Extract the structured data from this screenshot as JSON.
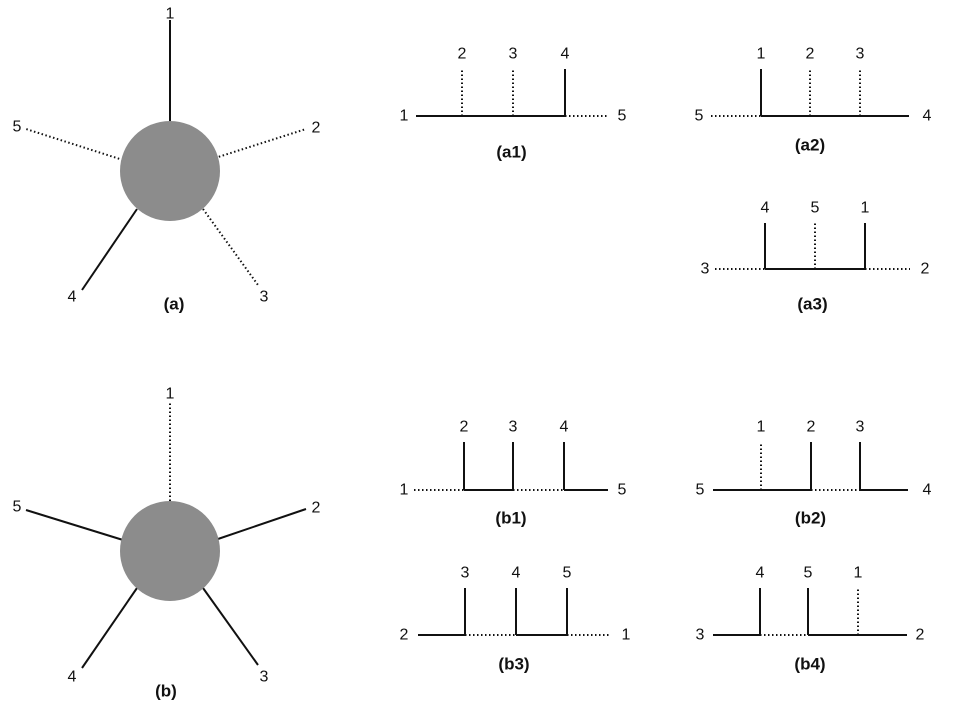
{
  "colors": {
    "blob": "#8c8c8c",
    "line": "#111111"
  },
  "captions": {
    "a": "(a)",
    "a1": "(a1)",
    "a2": "(a2)",
    "a3": "(a3)",
    "b": "(b)",
    "b1": "(b1)",
    "b2": "(b2)",
    "b3": "(b3)",
    "b4": "(b4)"
  },
  "blob_a": {
    "labels": [
      "1",
      "2",
      "3",
      "4",
      "5"
    ],
    "styles": [
      "solid",
      "dotted",
      "dotted",
      "solid",
      "dotted"
    ]
  },
  "blob_b": {
    "labels": [
      "1",
      "2",
      "3",
      "4",
      "5"
    ],
    "styles": [
      "dotted",
      "solid",
      "solid",
      "solid",
      "solid"
    ]
  },
  "combs": {
    "a1": {
      "left": "1",
      "right": "5",
      "teeth": [
        "2",
        "3",
        "4"
      ],
      "teeth_styles": [
        "dotted",
        "dotted",
        "solid"
      ],
      "spine_styles": [
        "solid",
        "solid",
        "solid",
        "dotted"
      ]
    },
    "a2": {
      "left": "5",
      "right": "4",
      "teeth": [
        "1",
        "2",
        "3"
      ],
      "teeth_styles": [
        "solid",
        "dotted",
        "dotted"
      ],
      "spine_styles": [
        "dotted",
        "solid",
        "solid",
        "solid"
      ]
    },
    "a3": {
      "left": "3",
      "right": "2",
      "teeth": [
        "4",
        "5",
        "1"
      ],
      "teeth_styles": [
        "solid",
        "dotted",
        "solid"
      ],
      "spine_styles": [
        "dotted",
        "solid",
        "solid",
        "dotted"
      ]
    },
    "b1": {
      "left": "1",
      "right": "5",
      "teeth": [
        "2",
        "3",
        "4"
      ],
      "teeth_styles": [
        "solid",
        "solid",
        "solid"
      ],
      "spine_styles": [
        "dotted",
        "solid",
        "dotted",
        "solid"
      ]
    },
    "b2": {
      "left": "5",
      "right": "4",
      "teeth": [
        "1",
        "2",
        "3"
      ],
      "teeth_styles": [
        "dotted",
        "solid",
        "solid"
      ],
      "spine_styles": [
        "solid",
        "solid",
        "dotted",
        "solid"
      ]
    },
    "b3": {
      "left": "2",
      "right": "1",
      "teeth": [
        "3",
        "4",
        "5"
      ],
      "teeth_styles": [
        "solid",
        "solid",
        "solid"
      ],
      "spine_styles": [
        "solid",
        "dotted",
        "solid",
        "dotted"
      ]
    },
    "b4": {
      "left": "3",
      "right": "2",
      "teeth": [
        "4",
        "5",
        "1"
      ],
      "teeth_styles": [
        "solid",
        "solid",
        "dotted"
      ],
      "spine_styles": [
        "solid",
        "dotted",
        "solid",
        "solid"
      ]
    }
  }
}
